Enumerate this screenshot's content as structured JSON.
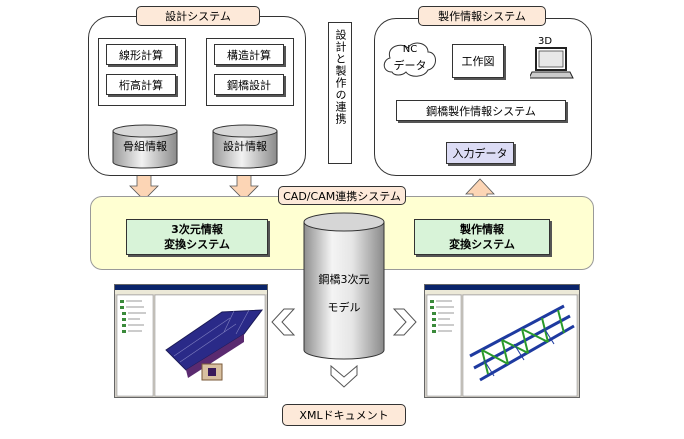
{
  "design_system": {
    "title": "設計システム",
    "alignment_calc": "線形計算",
    "girder_height_calc": "桁高計算",
    "structural_calc": "構造計算",
    "steel_bridge_design": "鋼橋設計",
    "framework_info": "骨組情報",
    "design_info": "設計情報"
  },
  "link_label": "設計と製作の連携",
  "fabrication_system": {
    "title": "製作情報システム",
    "nc_data_line1": "NC",
    "nc_data_line2": "データ",
    "drawing": "工作図",
    "label_3d": "3D",
    "steel_bridge_fab_info": "鋼橋製作情報システム",
    "input_data": "入力データ"
  },
  "cad_cam": {
    "title": "CAD/CAM連携システム",
    "converter_3d_line1": "3次元情報",
    "converter_3d_line2": "変換システム",
    "converter_fab_line1": "製作情報",
    "converter_fab_line2": "変換システム",
    "model_line1": "鋼橋3次元",
    "model_line2": "モデル"
  },
  "xml_document": "XMLドキュメント",
  "colors": {
    "arrow_fill": "#fcd5b5",
    "tag_fill": "#fde9d9",
    "cad_band": "#ffffd2",
    "converter_fill": "#d8f3d8",
    "input_fill": "#dcdcf5"
  }
}
